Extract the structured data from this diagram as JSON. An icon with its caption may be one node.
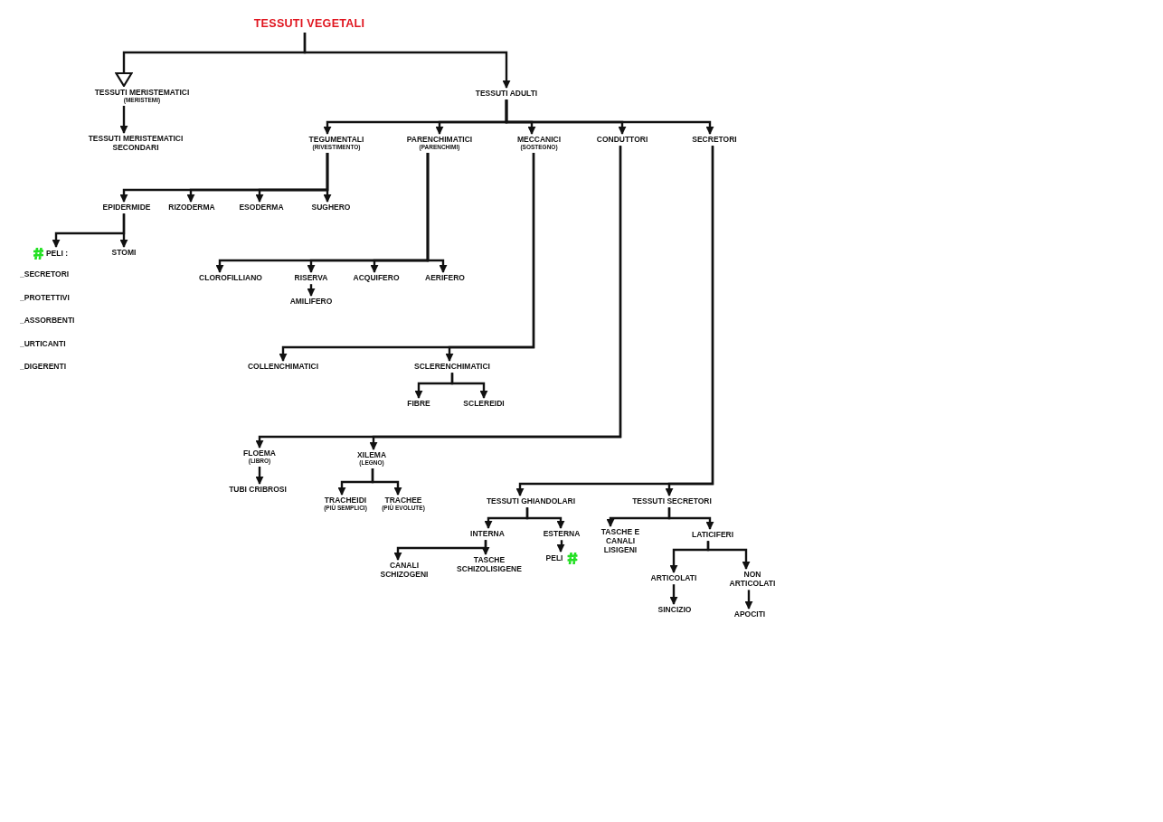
{
  "diagram": {
    "nodes": [
      {
        "text": [
          "TESSUTI VEGETALI"
        ]
      },
      {
        "text": [
          "TESSUTI MERISTEMATICI",
          "(MERISTEMI)"
        ]
      },
      {
        "text": [
          "TESSUTI ADULTI"
        ]
      },
      {
        "text": [
          "TESSUTI MERISTEMATICI SECONDARI"
        ]
      },
      {
        "text": [
          "TEGUMENTALI",
          "(RIVESTIMENTO)"
        ]
      },
      {
        "text": [
          "PARENCHIMATICI",
          "(PARENCHIMI)"
        ]
      },
      {
        "text": [
          "MECCANICI",
          "(SOSTEGNO)"
        ]
      },
      {
        "text": [
          "CONDUTTORI"
        ]
      },
      {
        "text": [
          "SECRETORI"
        ]
      },
      {
        "text": [
          "EPIDERMIDE"
        ]
      },
      {
        "text": [
          "RIZODERMA"
        ]
      },
      {
        "text": [
          "ESODERMA"
        ]
      },
      {
        "text": [
          "SUGHERO"
        ]
      },
      {
        "text": [
          "PELI :"
        ]
      },
      {
        "text": [
          "STOMI"
        ]
      },
      {
        "text": [
          "CLOROFILLIANO"
        ]
      },
      {
        "text": [
          "RISERVA"
        ]
      },
      {
        "text": [
          "ACQUIFERO"
        ]
      },
      {
        "text": [
          "AERIFERO"
        ]
      },
      {
        "text": [
          "AMILIFERO"
        ]
      },
      {
        "text": [
          "COLLENCHIMATICI"
        ]
      },
      {
        "text": [
          "SCLERENCHIMATICI"
        ]
      },
      {
        "text": [
          "FIBRE"
        ]
      },
      {
        "text": [
          "SCLEREIDI"
        ]
      },
      {
        "text": [
          "FLOEMA",
          "(LIBRO)"
        ]
      },
      {
        "text": [
          "XILEMA",
          "(LEGNO)"
        ]
      },
      {
        "text": [
          "TUBI CRIBROSI"
        ]
      },
      {
        "text": [
          "TRACHEIDI",
          "(PIÙ SEMPLICI)"
        ]
      },
      {
        "text": [
          "TRACHEE",
          "(PIÙ EVOLUTE)"
        ]
      },
      {
        "text": [
          "TESSUTI GHIANDOLARI"
        ]
      },
      {
        "text": [
          "TESSUTI SECRETORI"
        ]
      },
      {
        "text": [
          "INTERNA"
        ]
      },
      {
        "text": [
          "ESTERNA"
        ]
      },
      {
        "text": [
          "TASCHE E CANALI LISIGENI"
        ]
      },
      {
        "text": [
          "LATICIFERI"
        ]
      },
      {
        "text": [
          "PELI"
        ]
      },
      {
        "text": [
          "CANALI SCHIZOGENI"
        ]
      },
      {
        "text": [
          "TASCHE SCHIZOLISIGENE"
        ]
      },
      {
        "text": [
          "ARTICOLATI"
        ]
      },
      {
        "text": [
          "NON ARTICOLATI"
        ]
      },
      {
        "text": [
          "SINCIZIO"
        ]
      },
      {
        "text": [
          "APOCITI"
        ]
      }
    ],
    "edges": [
      {
        "from": 0,
        "to": 1,
        "arrow": "to"
      },
      {
        "from": 0,
        "to": 2,
        "arrow": "to"
      },
      {
        "from": 1,
        "to": 3,
        "arrow": "to"
      },
      {
        "from": 2,
        "to": 4,
        "arrow": "to"
      },
      {
        "from": 2,
        "to": 5,
        "arrow": "to"
      },
      {
        "from": 2,
        "to": 6,
        "arrow": "to"
      },
      {
        "from": 2,
        "to": 7,
        "arrow": "to"
      },
      {
        "from": 2,
        "to": 8,
        "arrow": "to"
      },
      {
        "from": 4,
        "to": 9,
        "arrow": "to"
      },
      {
        "from": 4,
        "to": 10,
        "arrow": "to"
      },
      {
        "from": 4,
        "to": 11,
        "arrow": "to"
      },
      {
        "from": 4,
        "to": 12,
        "arrow": "to"
      },
      {
        "from": 9,
        "to": 13,
        "arrow": "to"
      },
      {
        "from": 9,
        "to": 14,
        "arrow": "to"
      },
      {
        "from": 5,
        "to": 15,
        "arrow": "to"
      },
      {
        "from": 5,
        "to": 16,
        "arrow": "to"
      },
      {
        "from": 5,
        "to": 17,
        "arrow": "to"
      },
      {
        "from": 5,
        "to": 18,
        "arrow": "to"
      },
      {
        "from": 16,
        "to": 19,
        "arrow": "to"
      },
      {
        "from": 6,
        "to": 20,
        "arrow": "to"
      },
      {
        "from": 6,
        "to": 21,
        "arrow": "to"
      },
      {
        "from": 21,
        "to": 22,
        "arrow": "to"
      },
      {
        "from": 21,
        "to": 23,
        "arrow": "to"
      },
      {
        "from": 7,
        "to": 24,
        "arrow": "to"
      },
      {
        "from": 7,
        "to": 25,
        "arrow": "to"
      },
      {
        "from": 24,
        "to": 26,
        "arrow": "to"
      },
      {
        "from": 25,
        "to": 27,
        "arrow": "to"
      },
      {
        "from": 25,
        "to": 28,
        "arrow": "to"
      },
      {
        "from": 8,
        "to": 29,
        "arrow": "to"
      },
      {
        "from": 8,
        "to": 30,
        "arrow": "to"
      },
      {
        "from": 29,
        "to": 31,
        "arrow": "to"
      },
      {
        "from": 29,
        "to": 32,
        "arrow": "to"
      },
      {
        "from": 30,
        "to": 33,
        "arrow": "to"
      },
      {
        "from": 30,
        "to": 34,
        "arrow": "to"
      },
      {
        "from": 31,
        "to": 36,
        "arrow": "to"
      },
      {
        "from": 31,
        "to": 37,
        "arrow": "to"
      },
      {
        "from": 32,
        "to": 35,
        "arrow": "to"
      },
      {
        "from": 34,
        "to": 38,
        "arrow": "to"
      },
      {
        "from": 34,
        "to": 39,
        "arrow": "to"
      },
      {
        "from": 38,
        "to": 40,
        "arrow": "to"
      },
      {
        "from": 39,
        "to": 41,
        "arrow": "to"
      }
    ],
    "labels": [
      "_SECRETORI",
      "_PROTETTIVI",
      "_ASSORBENTI",
      "_URTICANTI",
      "_DIGERENTI"
    ]
  }
}
